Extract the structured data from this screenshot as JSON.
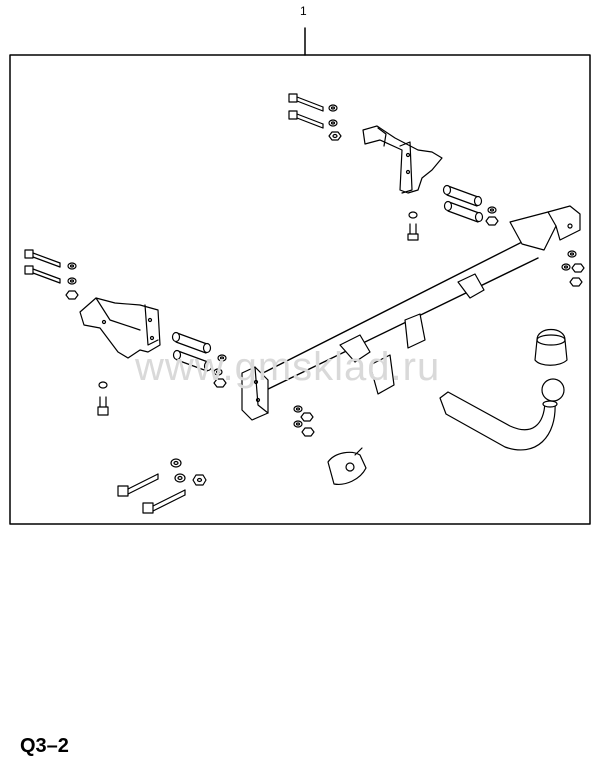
{
  "diagram": {
    "callout": "1",
    "watermark": "www.gmsklad.ru",
    "page_code": "Q3–2"
  }
}
